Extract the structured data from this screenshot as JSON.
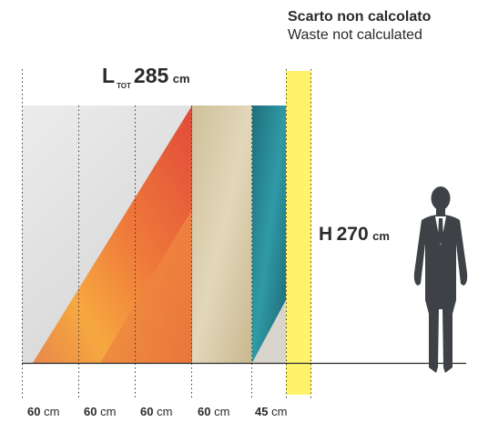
{
  "waste": {
    "title_it": "Scarto non calcolato",
    "title_en": "Waste not calculated",
    "color": "#fff36b"
  },
  "total_length": {
    "prefix": "L",
    "subscript": "TOT",
    "value": "285",
    "unit": "cm"
  },
  "height": {
    "prefix": "H",
    "value": "270",
    "unit": "cm"
  },
  "panels": [
    {
      "value": "60",
      "unit": "cm"
    },
    {
      "value": "60",
      "unit": "cm"
    },
    {
      "value": "60",
      "unit": "cm"
    },
    {
      "value": "60",
      "unit": "cm"
    },
    {
      "value": "45",
      "unit": "cm"
    }
  ],
  "colors": {
    "triangle_red": "#e5573f",
    "triangle_orange": "#f49a3c",
    "beige": "#d8cba6",
    "teal": "#2a8a97",
    "silhouette": "#3d4145"
  }
}
